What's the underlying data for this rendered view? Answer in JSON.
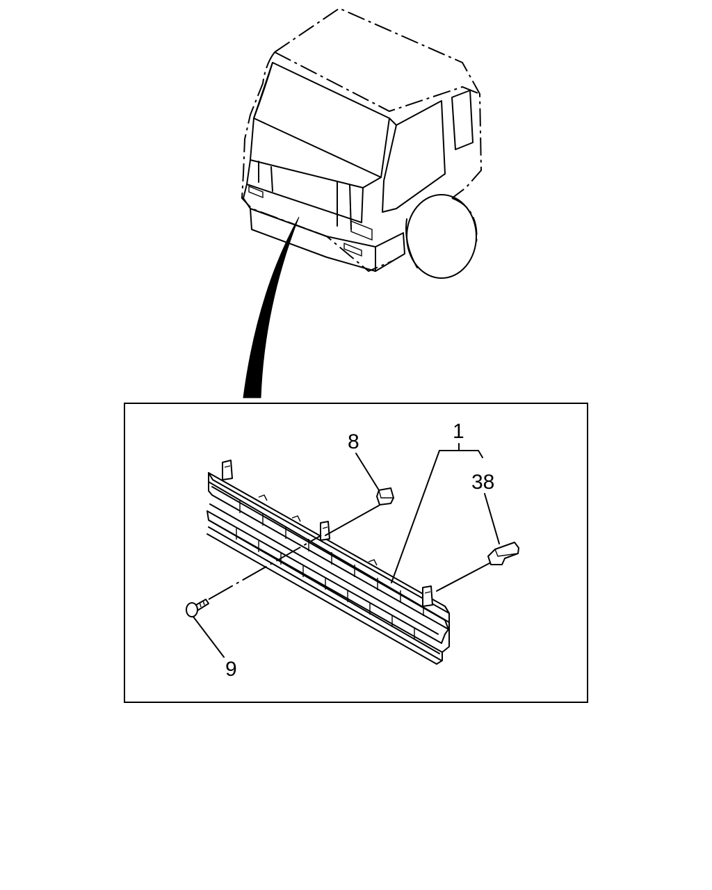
{
  "diagram": {
    "callouts": [
      {
        "id": "grille",
        "label": "1"
      },
      {
        "id": "clip",
        "label": "8"
      },
      {
        "id": "bracket",
        "label": "38"
      },
      {
        "id": "screw",
        "label": "9"
      }
    ]
  }
}
